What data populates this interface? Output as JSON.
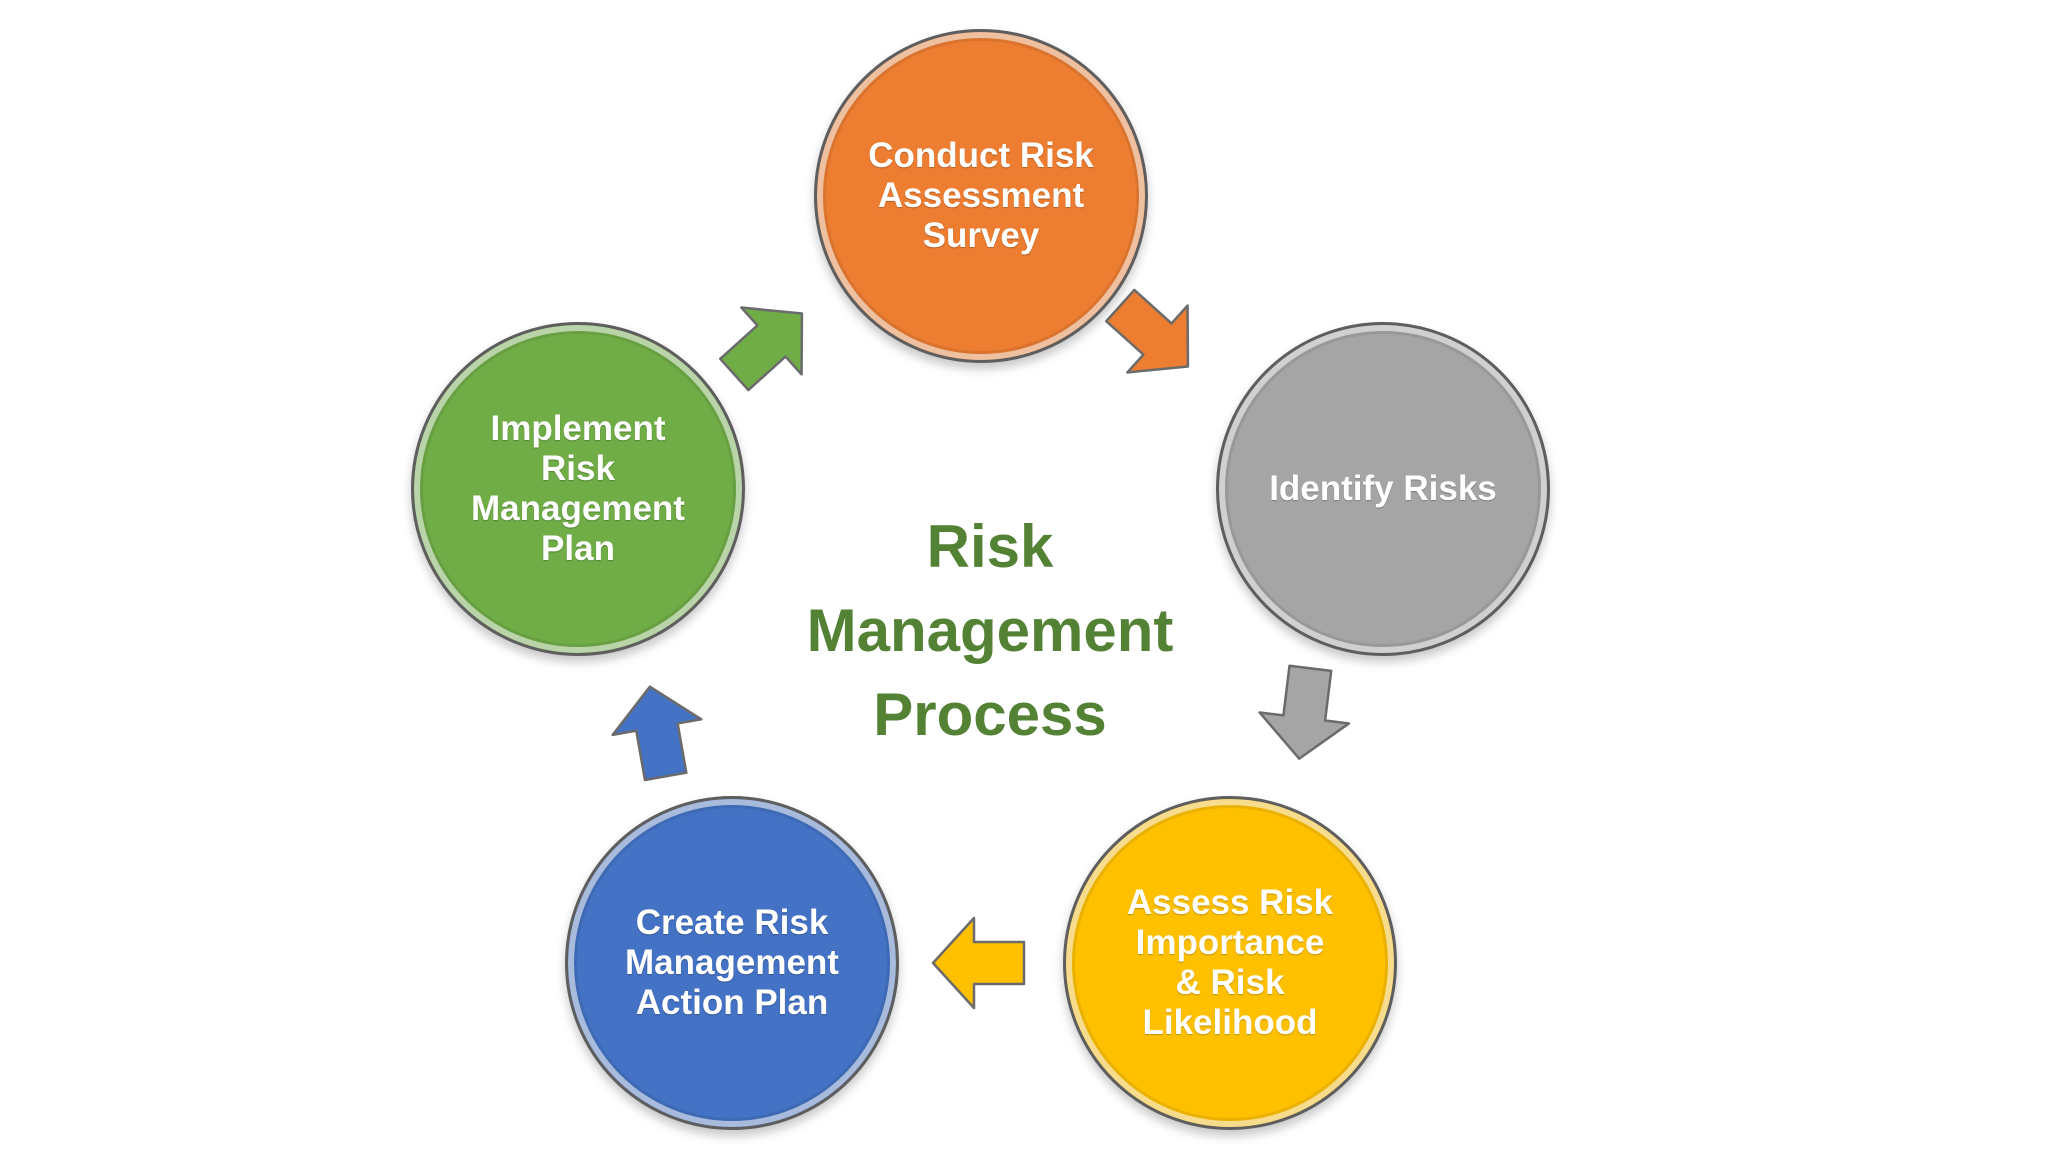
{
  "title": "Risk\nManagement\nProcess",
  "colors": {
    "title": "#548235",
    "orange": "#ED7D31",
    "gray": "#A5A5A5",
    "yellow": "#FFC000",
    "blue": "#4472C4",
    "green": "#70AD47"
  },
  "steps": [
    {
      "label": "Conduct Risk\nAssessment\nSurvey",
      "color": "#ED7D31"
    },
    {
      "label": "Identify Risks",
      "color": "#A5A5A5"
    },
    {
      "label": "Assess Risk\nImportance\n& Risk\nLikelihood",
      "color": "#FFC000"
    },
    {
      "label": "Create Risk\nManagement\nAction Plan",
      "color": "#4472C4"
    },
    {
      "label": "Implement\nRisk\nManagement\nPlan",
      "color": "#70AD47"
    }
  ],
  "arrows": [
    {
      "name": "orange",
      "color": "#ED7D31"
    },
    {
      "name": "gray",
      "color": "#A5A5A5"
    },
    {
      "name": "yellow",
      "color": "#FFC000"
    },
    {
      "name": "blue",
      "color": "#4472C4"
    },
    {
      "name": "green",
      "color": "#70AD47"
    }
  ]
}
